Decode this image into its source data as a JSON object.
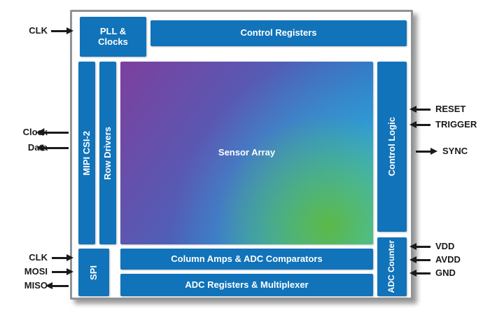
{
  "blocks": {
    "pll": "PLL & Clocks",
    "control_registers": "Control Registers",
    "mipi_csi2": "MIPI CSI-2",
    "row_drivers": "Row Drivers",
    "sensor_array": "Sensor Array",
    "control_logic": "Control Logic",
    "spi": "SPI",
    "column_amps": "Column Amps & ADC Comparators",
    "adc_registers": "ADC Registers & Multiplexer",
    "adc_counter": "ADC Counter"
  },
  "signals": {
    "clk_pll": "CLK",
    "clock_out": "Clock",
    "data_out": "Data",
    "clk_spi": "CLK",
    "mosi": "MOSI",
    "miso": "MISO",
    "reset": "RESET",
    "trigger": "TRIGGER",
    "sync": "SYNC",
    "vdd": "VDD",
    "avdd": "AVDD",
    "gnd": "GND"
  },
  "colors": {
    "block_blue": "#1173b9",
    "chip_border_gray": "#8f9497",
    "sensor_gradient_purple": "#7d3f9e",
    "sensor_gradient_blue": "#2779c9",
    "sensor_gradient_cyan": "#3ec6e0",
    "sensor_gradient_green": "#5cb847",
    "text_white": "#ffffff",
    "signal_black": "#1a1a1a"
  }
}
